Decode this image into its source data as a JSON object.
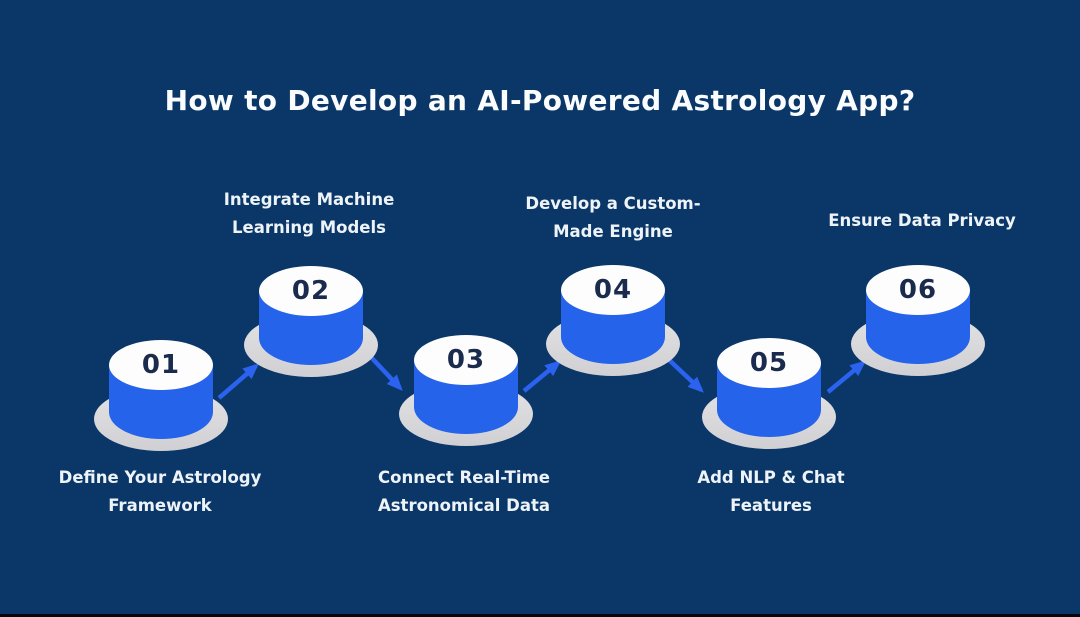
{
  "title": "How to Develop an AI-Powered Astrology App?",
  "steps": [
    {
      "number": "01",
      "label": "Define Your Astrology Framework",
      "lines": [
        "Define Your Astrology",
        "Framework"
      ],
      "label_position": "below"
    },
    {
      "number": "02",
      "label": "Integrate Machine Learning Models",
      "lines": [
        "Integrate Machine",
        "Learning Models"
      ],
      "label_position": "above"
    },
    {
      "number": "03",
      "label": "Connect Real-Time Astronomical Data",
      "lines": [
        "Connect Real-Time",
        "Astronomical Data"
      ],
      "label_position": "below"
    },
    {
      "number": "04",
      "label": "Develop a Custom-Made Engine",
      "lines": [
        "Develop a Custom-",
        "Made Engine"
      ],
      "label_position": "above"
    },
    {
      "number": "05",
      "label": "Add NLP & Chat Features",
      "lines": [
        "Add NLP & Chat",
        "Features"
      ],
      "label_position": "below"
    },
    {
      "number": "06",
      "label": "Ensure Data Privacy",
      "lines": [
        "Ensure Data Privacy"
      ],
      "label_position": "above"
    }
  ],
  "connectors": [
    {
      "from": "01",
      "to": "02",
      "direction": "up-right"
    },
    {
      "from": "02",
      "to": "03",
      "direction": "down-right"
    },
    {
      "from": "03",
      "to": "04",
      "direction": "up-right"
    },
    {
      "from": "04",
      "to": "05",
      "direction": "down-right"
    },
    {
      "from": "05",
      "to": "06",
      "direction": "up-right"
    }
  ],
  "colors": {
    "background": "#0a3768",
    "cylinder_blue": "#2563eb",
    "arrow_blue": "#2b63f0",
    "cylinder_top_white": "#fdfdfd",
    "base_gray": "#d8d8db",
    "number_navy": "#1b2b4e",
    "text_white": "#eef3f8"
  }
}
